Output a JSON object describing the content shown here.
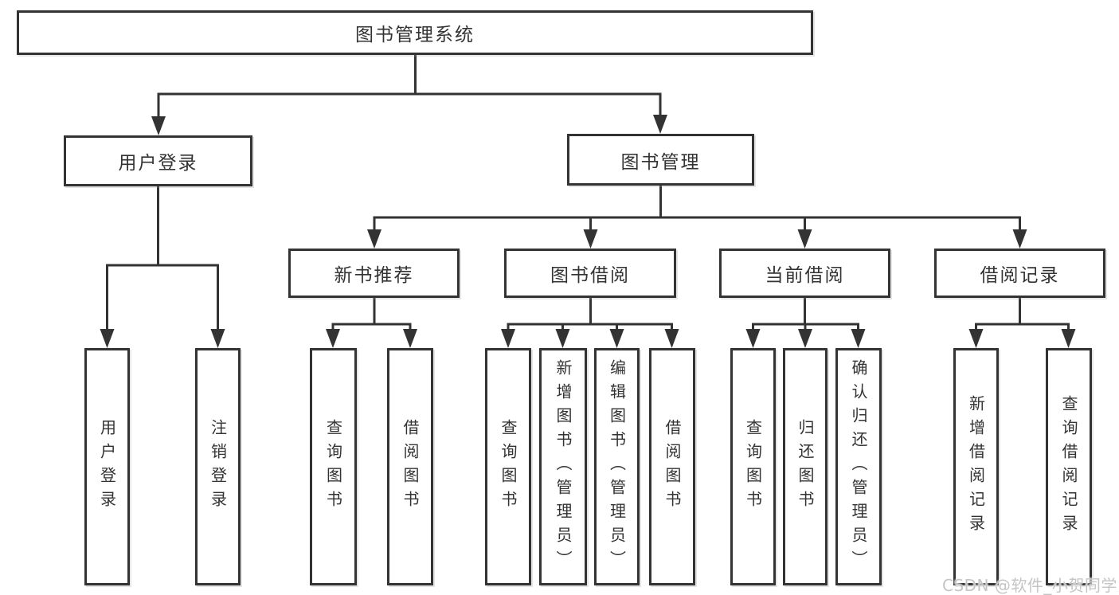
{
  "diagram": {
    "type": "hierarchy-tree",
    "root": {
      "label": "图书管理系统"
    },
    "level2": [
      {
        "label": "用户登录"
      },
      {
        "label": "图书管理"
      }
    ],
    "level3": [
      {
        "label": "新书推荐",
        "parent": "图书管理"
      },
      {
        "label": "图书借阅",
        "parent": "图书管理"
      },
      {
        "label": "当前借阅",
        "parent": "图书管理"
      },
      {
        "label": "借阅记录",
        "parent": "图书管理"
      }
    ],
    "leaves": [
      {
        "label": "用户登录",
        "parent": "用户登录"
      },
      {
        "label": "注销登录",
        "parent": "用户登录"
      },
      {
        "label": "查询图书",
        "parent": "新书推荐"
      },
      {
        "label": "借阅图书",
        "parent": "新书推荐"
      },
      {
        "label": "查询图书",
        "parent": "图书借阅"
      },
      {
        "label": "新增图书（管理员）",
        "parent": "图书借阅"
      },
      {
        "label": "编辑图书（管理员）",
        "parent": "图书借阅"
      },
      {
        "label": "借阅图书",
        "parent": "图书借阅"
      },
      {
        "label": "查询图书",
        "parent": "当前借阅"
      },
      {
        "label": "归还图书",
        "parent": "当前借阅"
      },
      {
        "label": "确认归还（管理员）",
        "parent": "当前借阅"
      },
      {
        "label": "新增借阅记录",
        "parent": "借阅记录"
      },
      {
        "label": "查询借阅记录",
        "parent": "借阅记录"
      }
    ],
    "colors": {
      "line": "#333333",
      "text": "#333333",
      "box_background": "#ffffff",
      "page_background": "#ffffff",
      "watermark": "#c5c5c5"
    }
  },
  "watermark": "CSDN @软件_小贺同学"
}
